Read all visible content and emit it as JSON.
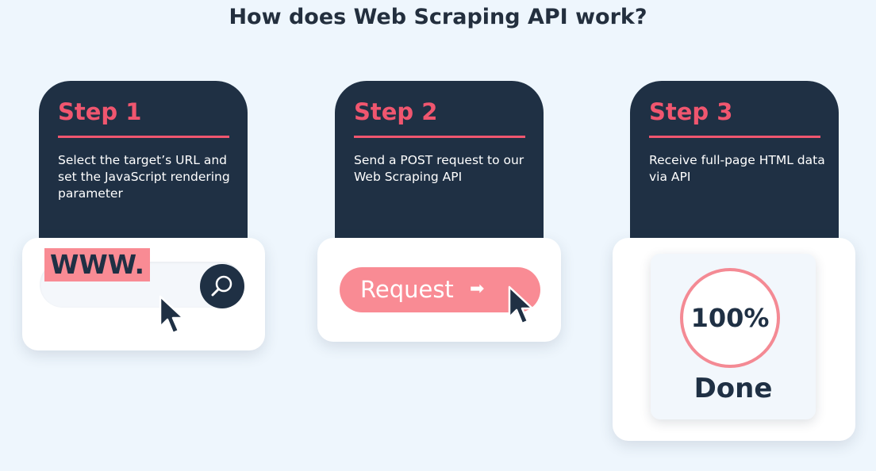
{
  "title": "How does Web Scraping API work?",
  "colors": {
    "background": "#eef6fd",
    "card": "#1f3044",
    "accent": "#f0566f",
    "accent_light": "#f98b94"
  },
  "steps": [
    {
      "label": "Step 1",
      "description": "Select the target’s URL and set the JavaScript rendering parameter"
    },
    {
      "label": "Step 2",
      "description": "Send a POST request to our Web Scraping API"
    },
    {
      "label": "Step 3",
      "description": "Receive full-page HTML data via API"
    }
  ],
  "step1_demo": {
    "url_text": "WWW.",
    "icon": "search-icon"
  },
  "step2_demo": {
    "button_label": "Request",
    "arrow": "➡"
  },
  "step3_demo": {
    "progress_percent": "100%",
    "status": "Done"
  }
}
